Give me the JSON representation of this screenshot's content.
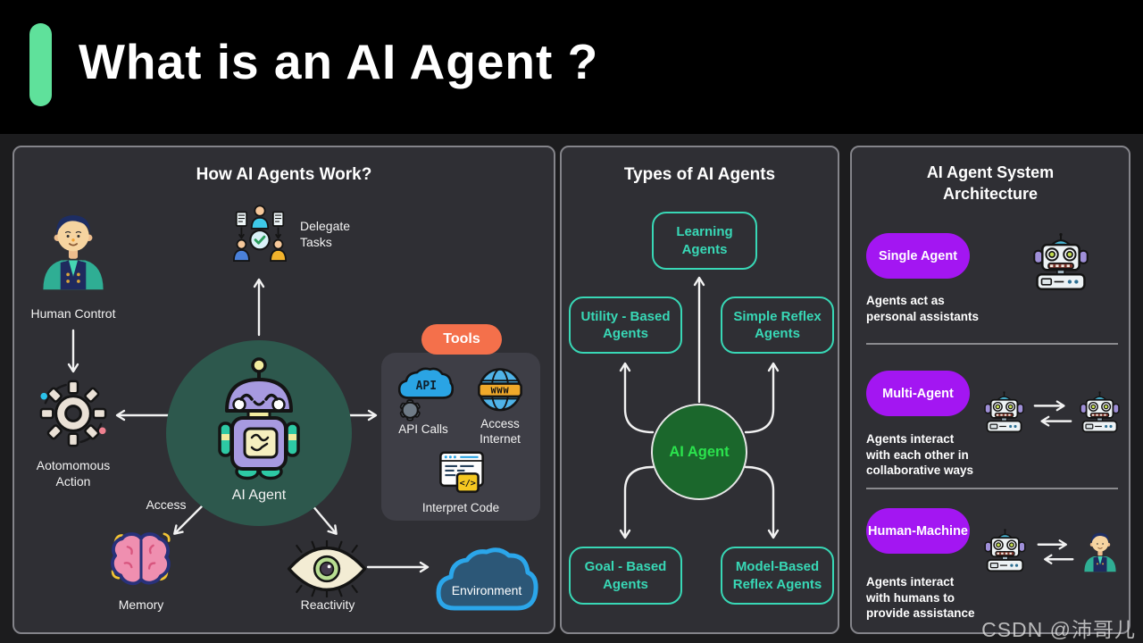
{
  "header": {
    "title": "What is an AI Agent ?"
  },
  "watermark": "CSDN @沛哥儿",
  "colors": {
    "accent_green": "#5fe19b",
    "panel_bg": "#2f2f34",
    "teal": "#38d8b6",
    "purple_pill": "#a316f2",
    "orange_pill": "#f4704b",
    "agent_circle_fill": "#1b672c",
    "agent_circle_text": "#2be34d",
    "big_circle": "#2d584d",
    "cloud_stroke": "#2ba6ea"
  },
  "how": {
    "title": "How AI Agents Work?",
    "human_control": "Human Controt",
    "delegate_tasks": "Delegate\nTasks",
    "autonomous_action": "Aotomomous\nAction",
    "agent_label": "AI Agent",
    "access_label": "Access",
    "memory": "Memory",
    "reactivity": "Reactivity",
    "environment": "Environment",
    "tools": {
      "label": "Tools",
      "api_badge": "API",
      "api_calls": "API Calls",
      "www_badge": "WWW",
      "access_internet": "Access\nInternet",
      "code_badge": "</>",
      "interpret_code": "Interpret Code"
    }
  },
  "types": {
    "title": "Types of AI Agents",
    "center": "AI Agent",
    "boxes": [
      "Learning\nAgents",
      "Utility - Based\nAgents",
      "Simple Reflex\nAgents",
      "Goal - Based\nAgents",
      "Model-Based\nReflex Agents"
    ]
  },
  "architecture": {
    "title": "AI Agent System\nArchitecture",
    "sections": [
      {
        "label": "Single Agent",
        "description": "Agents act as\npersonal assistants"
      },
      {
        "label": "Multi-Agent",
        "description": "Agents interact\nwith each other in\ncollaborative ways"
      },
      {
        "label": "Human-Machine",
        "description": "Agents interact\nwith humans to\nprovide assistance"
      }
    ]
  }
}
